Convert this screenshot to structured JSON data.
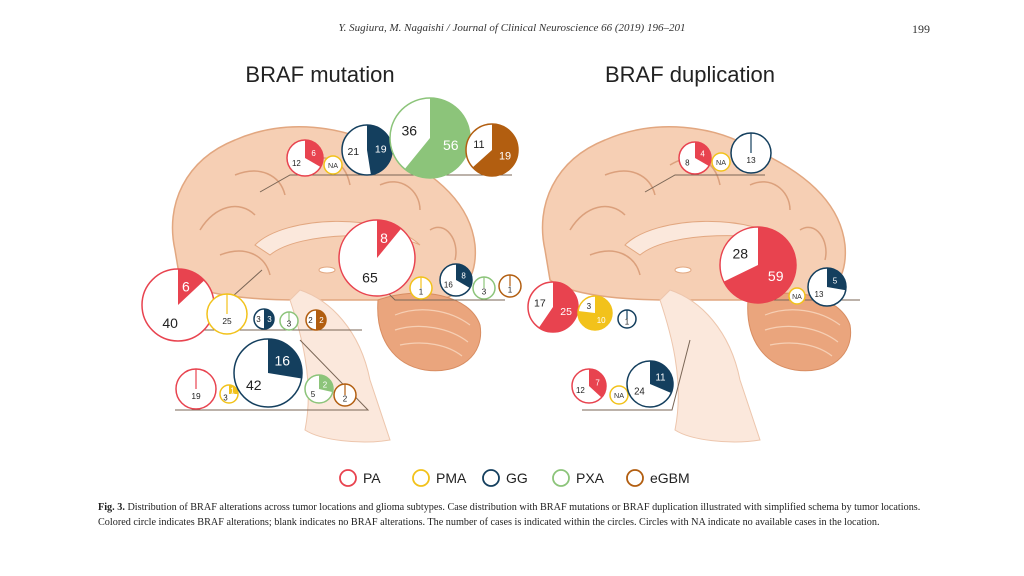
{
  "header": {
    "journal": "Y. Sugiura, M. Nagaishi / Journal of Clinical Neuroscience 66 (2019) 196–201",
    "page_number": "199"
  },
  "panels": {
    "mutation": {
      "title": "BRAF mutation",
      "circles": [
        {
          "id": "m1",
          "color": "#e8434f",
          "filled": 6,
          "unfilled": 12,
          "label_in": "6",
          "label_out": "12"
        },
        {
          "id": "m2",
          "color": "#f2c21b",
          "na": true,
          "label": "NA"
        },
        {
          "id": "m3",
          "color": "#143f5e",
          "filled": 19,
          "unfilled": 21,
          "label_in": "19",
          "label_out": "21"
        },
        {
          "id": "m4",
          "color": "#8cc47a",
          "filled": 56,
          "unfilled": 36,
          "label_in": "56",
          "label_out": "36"
        },
        {
          "id": "m5",
          "color": "#b25e10",
          "filled": 19,
          "unfilled": 11,
          "label_in": "19",
          "label_out": "11"
        },
        {
          "id": "m6",
          "color": "#e8434f",
          "filled": 8,
          "unfilled": 65,
          "label_in": "8",
          "label_out": "65"
        },
        {
          "id": "m7",
          "color": "#f2c21b",
          "filled": 0,
          "unfilled": 1,
          "label_out": "1"
        },
        {
          "id": "m8",
          "color": "#143f5e",
          "filled": 8,
          "unfilled": 16,
          "label_in": "8",
          "label_out": "16"
        },
        {
          "id": "m9",
          "color": "#8cc47a",
          "filled": 0,
          "unfilled": 3,
          "label_out": "3"
        },
        {
          "id": "m10",
          "color": "#b25e10",
          "filled": 0,
          "unfilled": 1,
          "label_out": "1"
        },
        {
          "id": "m11",
          "color": "#e8434f",
          "filled": 6,
          "unfilled": 40,
          "label_in": "6",
          "label_out": "40"
        },
        {
          "id": "m12",
          "color": "#f2c21b",
          "filled": 0,
          "unfilled": 25,
          "label_out": "25"
        },
        {
          "id": "m13",
          "color": "#143f5e",
          "filled": 3,
          "unfilled": 3,
          "label_in": "3",
          "label_out": "3"
        },
        {
          "id": "m14",
          "color": "#8cc47a",
          "filled": 0,
          "unfilled": 3,
          "label_out": "3"
        },
        {
          "id": "m15",
          "color": "#b25e10",
          "filled": 2,
          "unfilled": 2,
          "label_in": "2",
          "label_out": "2"
        },
        {
          "id": "m16",
          "color": "#e8434f",
          "filled": 0,
          "unfilled": 19,
          "label_out": "19"
        },
        {
          "id": "m17",
          "color": "#f2c21b",
          "filled": 1,
          "unfilled": 3,
          "label_in": "1",
          "label_out": "3"
        },
        {
          "id": "m18",
          "color": "#143f5e",
          "filled": 16,
          "unfilled": 42,
          "label_in": "16",
          "label_out": "42"
        },
        {
          "id": "m19",
          "color": "#8cc47a",
          "filled": 2,
          "unfilled": 5,
          "label_in": "2",
          "label_out": "5"
        },
        {
          "id": "m20",
          "color": "#b25e10",
          "filled": 0,
          "unfilled": 2,
          "label_out": "2"
        }
      ]
    },
    "duplication": {
      "title": "BRAF duplication",
      "circles": [
        {
          "id": "d1",
          "color": "#e8434f",
          "filled": 4,
          "unfilled": 8,
          "label_in": "4",
          "label_out": "8"
        },
        {
          "id": "d2",
          "color": "#f2c21b",
          "na": true,
          "label": "NA"
        },
        {
          "id": "d3",
          "color": "#143f5e",
          "filled": 0,
          "unfilled": 13,
          "label_out": "13"
        },
        {
          "id": "d4",
          "color": "#e8434f",
          "filled": 59,
          "unfilled": 28,
          "label_in": "59",
          "label_out": "28"
        },
        {
          "id": "d5",
          "color": "#f2c21b",
          "na": true,
          "label": "NA"
        },
        {
          "id": "d6",
          "color": "#143f5e",
          "filled": 5,
          "unfilled": 13,
          "label_in": "5",
          "label_out": "13"
        },
        {
          "id": "d7",
          "color": "#e8434f",
          "filled": 25,
          "unfilled": 17,
          "label_in": "25",
          "label_out": "17"
        },
        {
          "id": "d8",
          "color": "#f2c21b",
          "filled": 10,
          "unfilled": 3,
          "label_in": "10",
          "label_out": "3"
        },
        {
          "id": "d9",
          "color": "#143f5e",
          "filled": 0,
          "unfilled": 1,
          "label_out": "1"
        },
        {
          "id": "d10",
          "color": "#e8434f",
          "filled": 7,
          "unfilled": 12,
          "label_in": "7",
          "label_out": "12"
        },
        {
          "id": "d11",
          "color": "#f2c21b",
          "na": true,
          "label": "NA"
        },
        {
          "id": "d12",
          "color": "#143f5e",
          "filled": 11,
          "unfilled": 24,
          "label_in": "11",
          "label_out": "24"
        }
      ]
    }
  },
  "legend": [
    {
      "label": "PA",
      "color": "#e8434f"
    },
    {
      "label": "PMA",
      "color": "#f2c21b"
    },
    {
      "label": "GG",
      "color": "#143f5e"
    },
    {
      "label": "PXA",
      "color": "#8cc47a"
    },
    {
      "label": "eGBM",
      "color": "#b25e10"
    }
  ],
  "caption": {
    "label": "Fig. 3.",
    "text": "Distribution of BRAF alterations across tumor locations and glioma subtypes. Case distribution with BRAF mutations or BRAF duplication illustrated with simplified schema by tumor locations. Colored circle indicates BRAF alterations; blank indicates no BRAF alterations. The number of cases is indicated within the circles. Circles with NA indicate no available cases in the location."
  },
  "colors": {
    "brain": "#f6cfb4",
    "brain_dark": "#e2a780",
    "cerebellum": "#eaa57d",
    "stem": "#fbe8dc",
    "leader_line": "#7a6656"
  }
}
